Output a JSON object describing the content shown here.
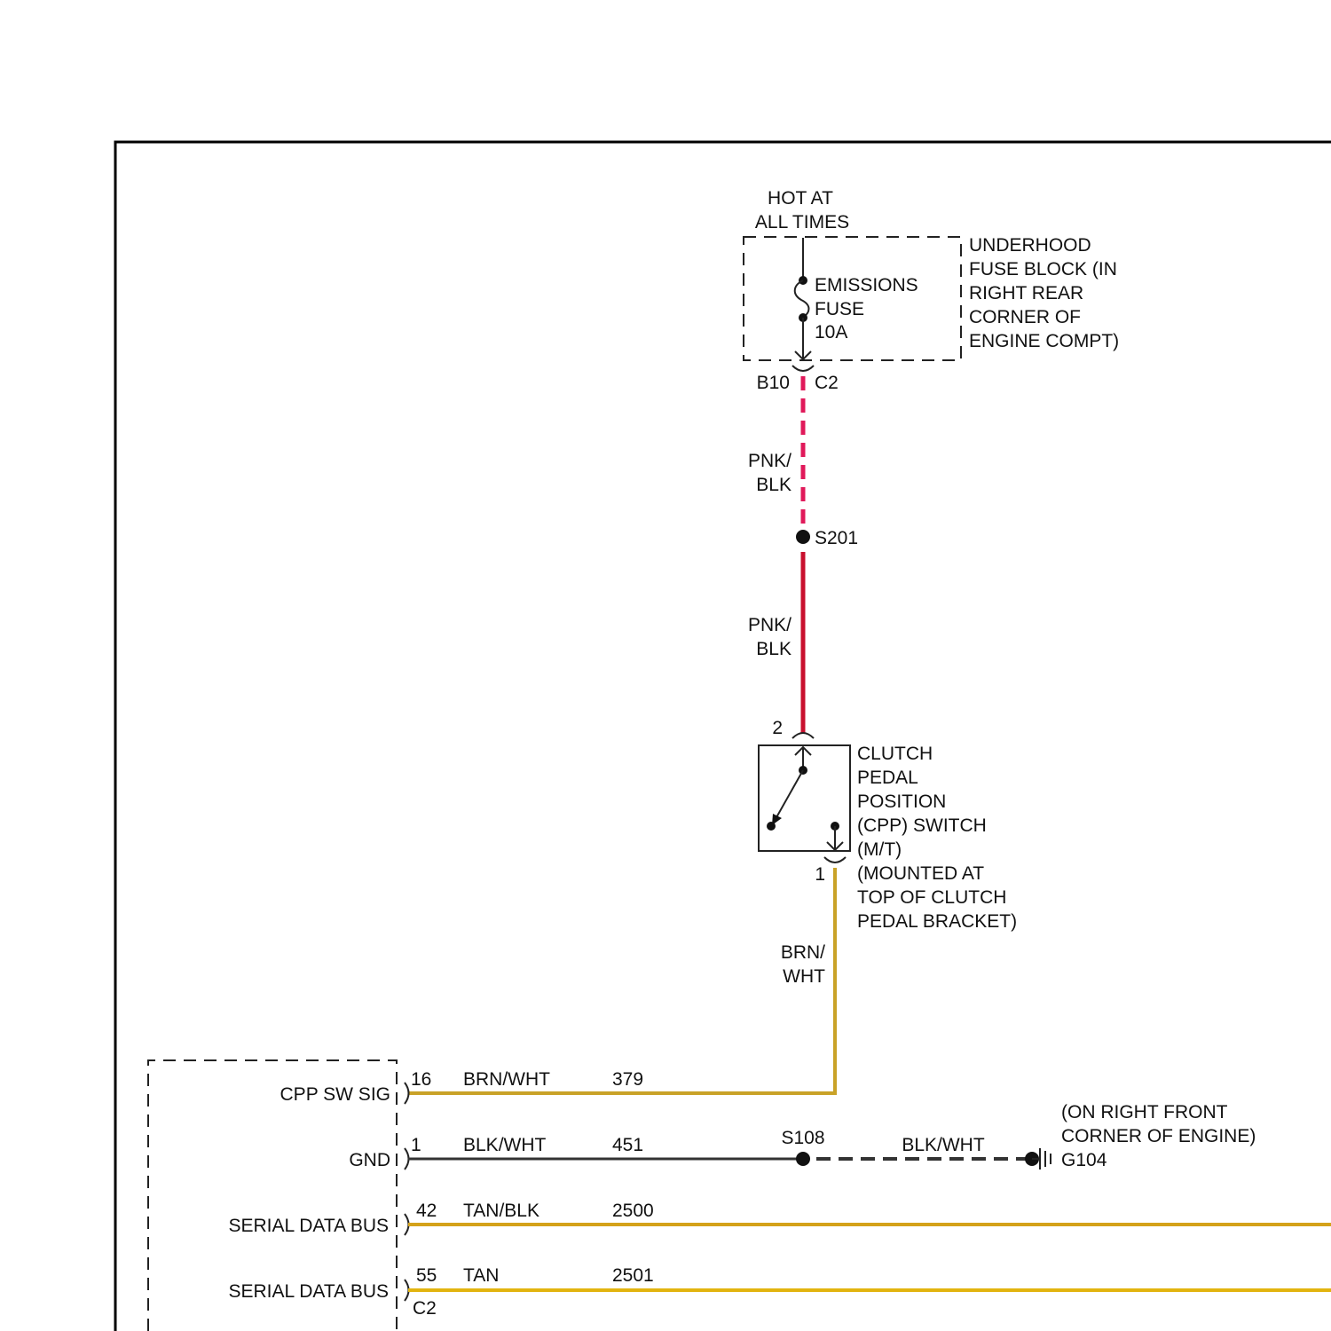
{
  "power_source": {
    "line1": "HOT AT",
    "line2": "ALL TIMES"
  },
  "fuse": {
    "line1": "EMISSIONS",
    "line2": "FUSE",
    "line3": "10A"
  },
  "fuse_block": {
    "line1": "UNDERHOOD",
    "line2": "FUSE BLOCK (IN",
    "line3": "RIGHT REAR",
    "line4": "CORNER OF",
    "line5": "ENGINE COMPT)"
  },
  "fuse_block_connector": {
    "pin": "B10",
    "connector": "C2"
  },
  "wire_fuse_to_splice": {
    "line1": "PNK/",
    "line2": "BLK",
    "color": "#e0195a"
  },
  "splice_s201": {
    "label": "S201"
  },
  "wire_splice_to_switch": {
    "line1": "PNK/",
    "line2": "BLK",
    "color": "#c8102e"
  },
  "cpp_switch": {
    "pin_top": "2",
    "pin_bottom": "1",
    "line1": "CLUTCH",
    "line2": "PEDAL",
    "line3": "POSITION",
    "line4": "(CPP) SWITCH",
    "line5": "(M/T)",
    "line6": "(MOUNTED AT",
    "line7": "TOP OF CLUTCH",
    "line8": "PEDAL BRACKET)"
  },
  "wire_switch_out": {
    "line1": "BRN/",
    "line2": "WHT",
    "color": "#c9a227"
  },
  "module_connector": {
    "label": "C2"
  },
  "circuits": [
    {
      "name": "CPP SW SIG",
      "pin": "16",
      "wire_color": "BRN/WHT",
      "circuit": "379",
      "color": "#c9a227"
    },
    {
      "name": "GND",
      "pin": "1",
      "wire_color": "BLK/WHT",
      "circuit": "451",
      "color": "#333333"
    },
    {
      "name": "SERIAL DATA BUS",
      "pin": "42",
      "wire_color": "TAN/BLK",
      "circuit": "2500",
      "color": "#d4a21a"
    },
    {
      "name": "SERIAL DATA BUS",
      "pin": "55",
      "wire_color": "TAN",
      "circuit": "2501",
      "color": "#e2b40f"
    }
  ],
  "splice_s108": {
    "label": "S108"
  },
  "ground_wire": {
    "label": "BLK/WHT"
  },
  "ground_g104": {
    "line1": "(ON RIGHT FRONT",
    "line2": "CORNER OF ENGINE)",
    "label": "G104"
  }
}
